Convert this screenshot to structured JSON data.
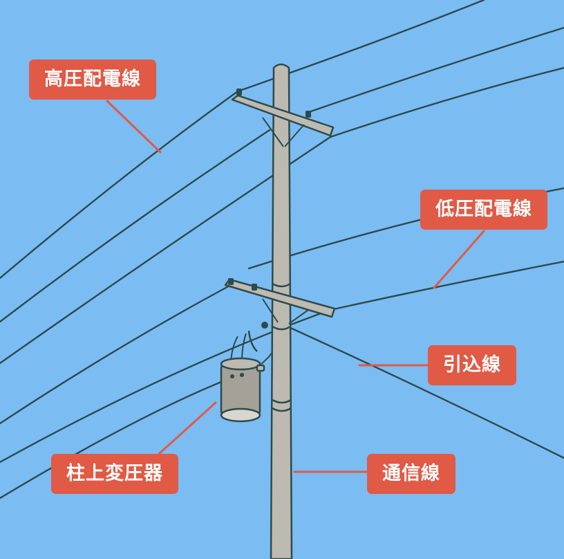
{
  "labels": {
    "high_voltage_line": "高圧配電線",
    "low_voltage_line": "低圧配電線",
    "service_drop": "引込線",
    "pole_transformer": "柱上変圧器",
    "communication_line": "通信線"
  },
  "colors": {
    "sky": "#7bbcf2",
    "callout": "#e05a45",
    "callout_text": "#ffffff",
    "pole": "#bcbab1",
    "outline": "#2e4a4a"
  }
}
